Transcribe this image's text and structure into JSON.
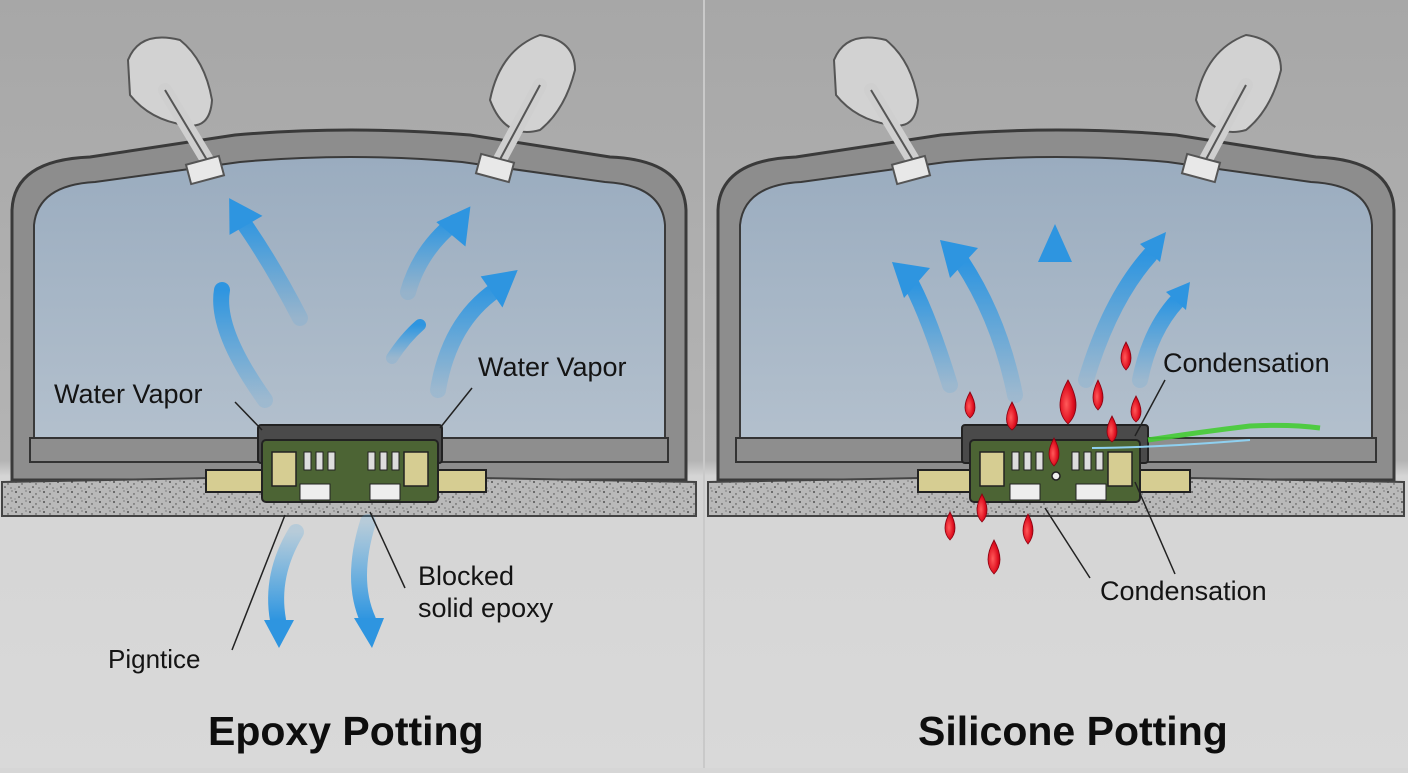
{
  "colors": {
    "background_upper": "#a9a9a9",
    "background_lower": "#d6d6d6",
    "enclosure_fill": "#a7b6c6",
    "vapor_arrow": "#3aa1e6",
    "condensation_drop": "#e01020",
    "potting_outline": "#3d3d3d",
    "pcb_green": "#4c6434",
    "connector_tan": "#d6cd92",
    "leak_trace": "#44cc33"
  },
  "panels": {
    "left": {
      "title": "Epoxy Potting",
      "labels": {
        "water_vapor_left": "Water Vapor",
        "water_vapor_right": "Water Vapor",
        "blocked": "Blocked\nsolid epoxy",
        "bottom_note": "Pigntice"
      },
      "icons": [
        "mounting-bracket-icon",
        "mounting-bracket-icon",
        "upward-vapor-arrow-icon",
        "downward-vapor-arrow-icon"
      ]
    },
    "right": {
      "title": "Silicone Potting",
      "labels": {
        "condensation_top": "Condensation",
        "condensation_bottom": "Condensation"
      },
      "icons": [
        "mounting-bracket-icon",
        "mounting-bracket-icon",
        "upward-vapor-arrow-icon",
        "water-droplet-icon"
      ]
    }
  }
}
